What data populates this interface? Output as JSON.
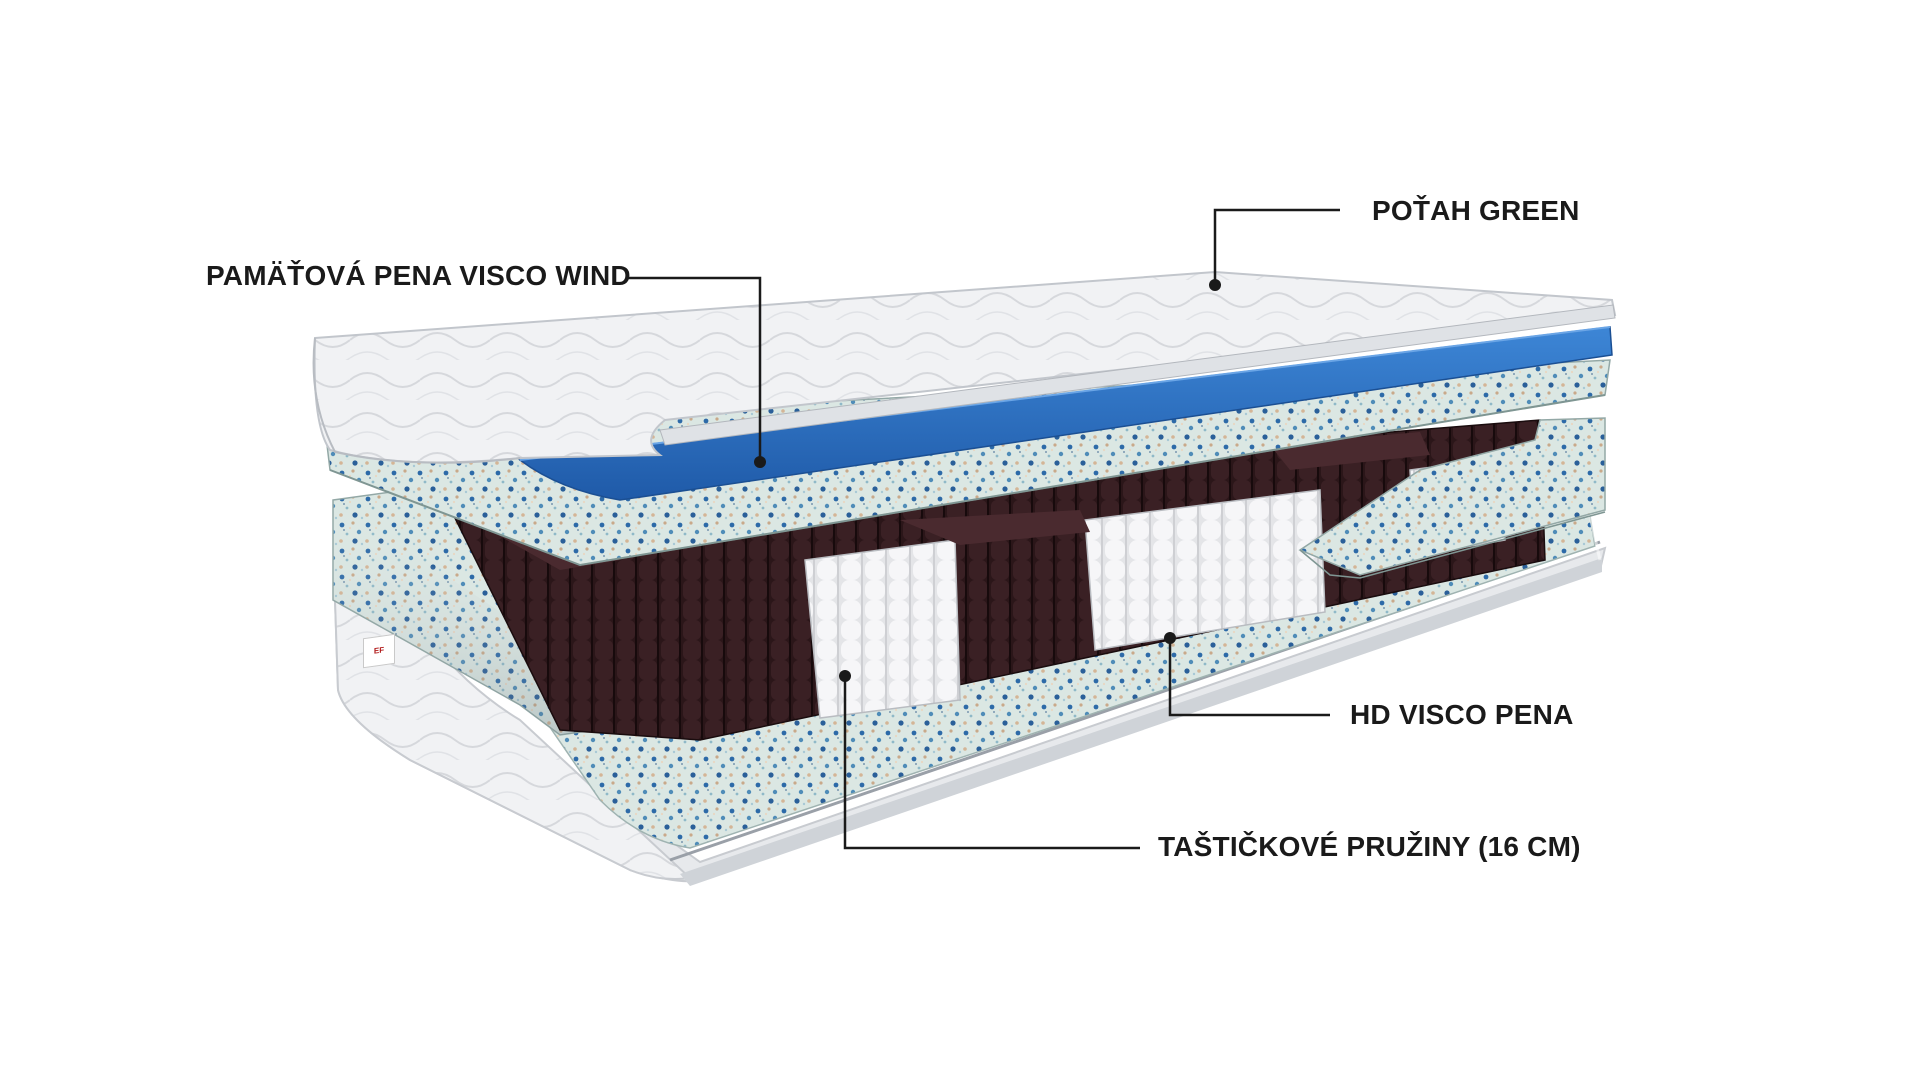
{
  "labels": {
    "cover": "POŤAH GREEN",
    "memory_foam": "PAMÄŤOVÁ PENA VISCO WIND",
    "hd_foam": "HD VISCO PENA",
    "springs": "TAŠTIČKOVÉ PRUŽINY (16 CM)"
  },
  "brand_tag": "EF",
  "colors": {
    "cover": "#eef0f2",
    "memory_foam": "#2f6fc4",
    "hd_foam": "#d9e6e2",
    "springs_pocket": "#2a1518",
    "springs_white": "#f2f2f4",
    "leader_line": "#1a1a1a",
    "text": "#1a1a1a"
  }
}
